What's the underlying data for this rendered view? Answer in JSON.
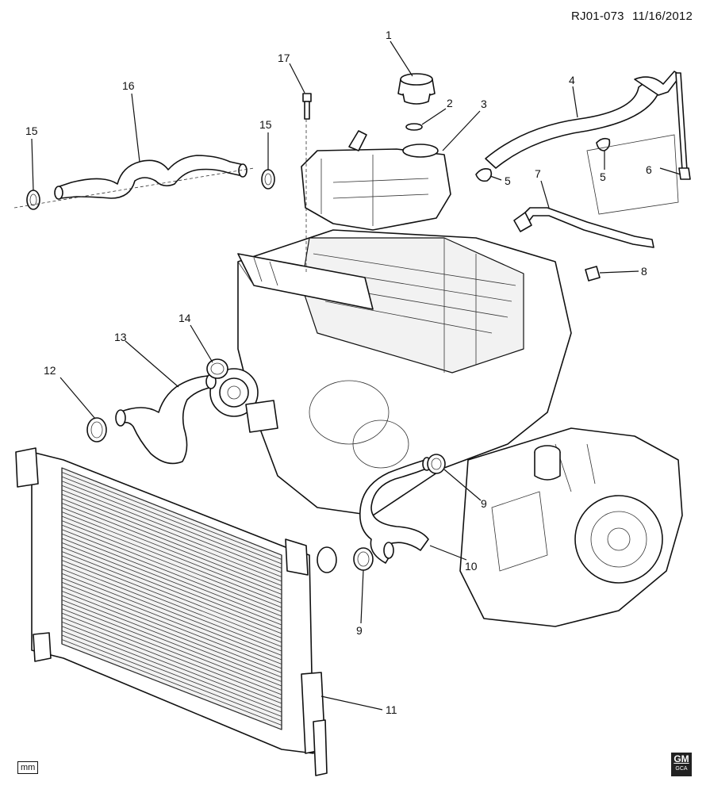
{
  "header": {
    "code": "RJ01-073",
    "date": "11/16/2012"
  },
  "callouts": {
    "c1": "1",
    "c2": "2",
    "c3": "3",
    "c4": "4",
    "c5a": "5",
    "c5b": "5",
    "c6": "6",
    "c7": "7",
    "c8": "8",
    "c9a": "9",
    "c9b": "9",
    "c10": "10",
    "c11": "11",
    "c12": "12",
    "c13": "13",
    "c14": "14",
    "c15a": "15",
    "c15b": "15",
    "c16": "16",
    "c17": "17"
  },
  "footer": {
    "unit": "mm",
    "logo": "GM",
    "logo_sub": "GCA"
  }
}
